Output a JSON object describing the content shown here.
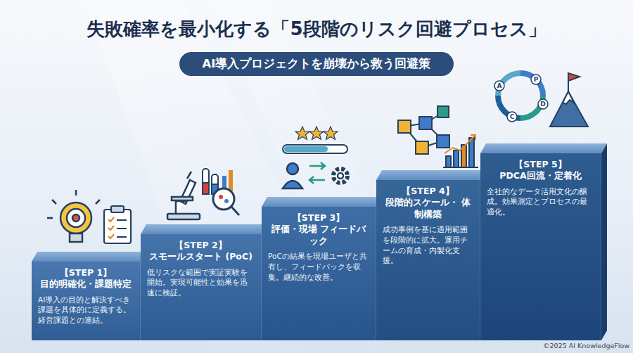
{
  "diagram": {
    "title": "失敗確率を最小化する「5段階のリスク回避プロセス」",
    "nodes": [
      {
        "text": [
          "AI導入プロジェクトを崩壊から救う回避策"
        ]
      },
      {
        "text": [
          "【STEP 1】",
          "目的明確化・課題特定",
          "AI導入の目的と解決すべき課題を具体的に定義する。経営課題との連結。"
        ]
      },
      {
        "text": [
          "【STEP 2】",
          "スモールスタート (PoC)",
          "低リスクな範囲で実証実験を開始。実現可能性と効果を迅速に検証。"
        ]
      },
      {
        "text": [
          "【STEP 3】",
          "評価・現場 フィードバック",
          "PoCの結果を現場ユーザと共有し、フィードバックを収集。継続的な改善。"
        ]
      },
      {
        "text": [
          "【STEP 4】",
          "段階的スケール・ 体制構築",
          "成功事例を基に適用範囲を段階的に拡大。運用チームの育成・内製化支援。"
        ]
      },
      {
        "text": [
          "【STEP 5】",
          "PDCA回流・定着化",
          "全社的なデータ活用文化の醸成。効果測定とプロセスの最適化。"
        ]
      }
    ],
    "labels": [
      "P",
      "D",
      "C",
      "A",
      "©2025 AI KnowledgeFlow"
    ]
  }
}
